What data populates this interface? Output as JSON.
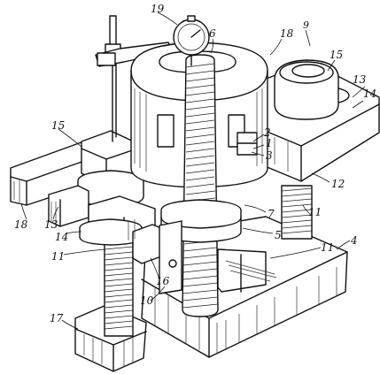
{
  "figure": {
    "labels": {
      "l19": "19",
      "l6": "6",
      "l18_top": "18",
      "l9": "9",
      "l15_right": "15",
      "l13_right": "13",
      "l14_right": "14",
      "l15_left": "15",
      "l2": "2",
      "l1": "1",
      "l3": "3",
      "l12": "12",
      "l18_left": "18",
      "l13_left": "13",
      "l14_left": "14",
      "l11_left": "11",
      "l7": "7",
      "l5": "5",
      "l11_right_top": "11",
      "l11_right": "11",
      "l4": "4",
      "l16": "16",
      "l10": "10",
      "l17": "17"
    }
  }
}
